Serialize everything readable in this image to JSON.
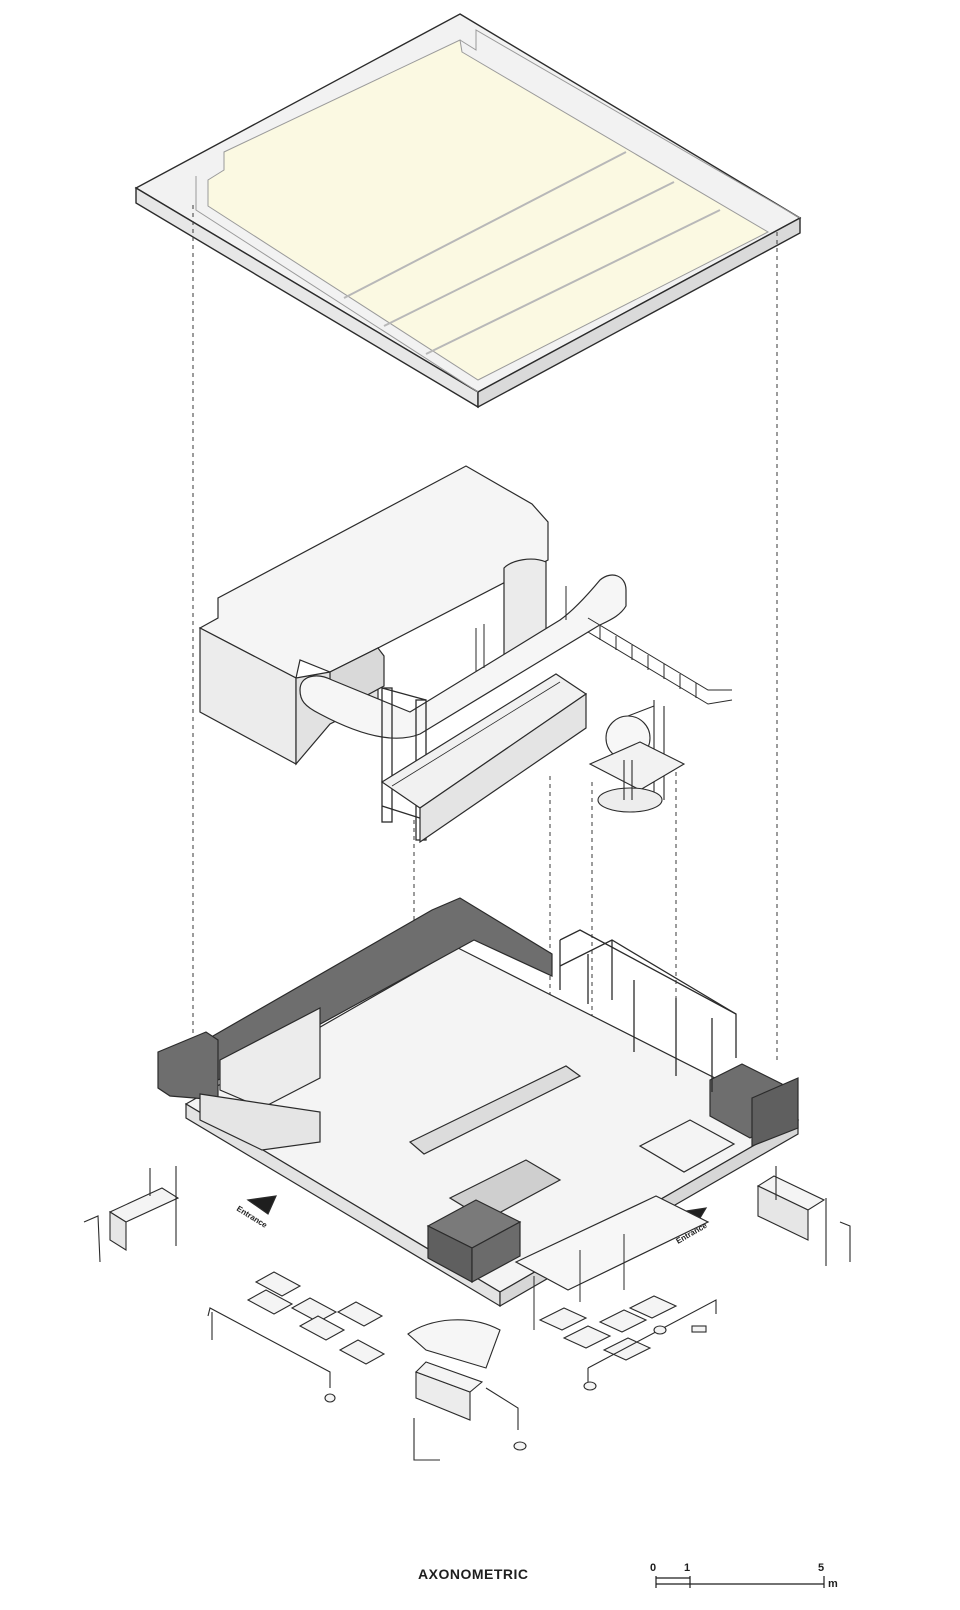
{
  "title": "AXONOMETRIC",
  "entrance_labels": [
    "Entrance",
    "Entrance"
  ],
  "scale_bar": {
    "marks": [
      "0",
      "1",
      "5"
    ],
    "unit": "m"
  },
  "colors": {
    "ceiling_glow": "#fbf9e2",
    "line": "#2b2b2b",
    "dark_mass": "#6e6e6e",
    "light_mass": "#efefef",
    "floor": "#f3f3f3"
  }
}
